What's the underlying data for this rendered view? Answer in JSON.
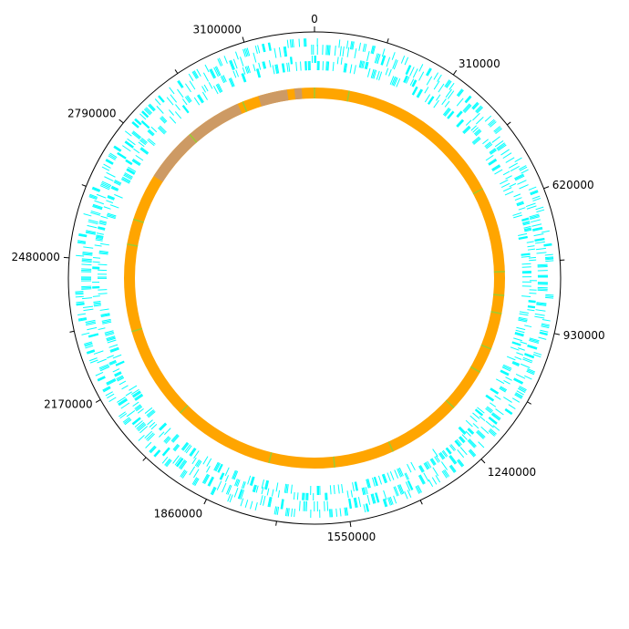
{
  "chart_data": {
    "type": "circular-genome-map",
    "genome_length": 3250000,
    "scale_ticks": [
      {
        "position": 0,
        "label": "0"
      },
      {
        "position": 310000,
        "label": "310000"
      },
      {
        "position": 620000,
        "label": "620000"
      },
      {
        "position": 930000,
        "label": "930000"
      },
      {
        "position": 1240000,
        "label": "1240000"
      },
      {
        "position": 1550000,
        "label": "1550000"
      },
      {
        "position": 1860000,
        "label": "1860000"
      },
      {
        "position": 2170000,
        "label": "2170000"
      },
      {
        "position": 2480000,
        "label": "2480000"
      },
      {
        "position": 2790000,
        "label": "2790000"
      },
      {
        "position": 3100000,
        "label": "3100000"
      }
    ],
    "minor_tick_interval": 155000,
    "tracks": [
      {
        "id": "genes-outer",
        "color": "#00ffff",
        "feature": "cds"
      },
      {
        "id": "genes-inner",
        "color": "#00ffff",
        "feature": "cds"
      },
      {
        "id": "contigs",
        "base_color": "#ffa500",
        "segments": [
          {
            "start": 2730000,
            "end": 3035000,
            "color": "#cd9a64"
          },
          {
            "start": 3095000,
            "end": 3175000,
            "color": "#cd9a64"
          },
          {
            "start": 3195000,
            "end": 3215000,
            "color": "#cd9a64"
          }
        ],
        "boundary_color": "#9acd32",
        "boundaries": [
          0,
          95000,
          560000,
          795000,
          860000,
          910000,
          1010000,
          1080000,
          1200000,
          1405000,
          1570000,
          1750000,
          2030000,
          2290000,
          2530000,
          2600000,
          2880000,
          3050000
        ]
      }
    ],
    "colors": {
      "gene": "#00ffff",
      "contig": "#ffa500",
      "contig_alt": "#cd9a64",
      "boundary": "#9acd32"
    }
  }
}
